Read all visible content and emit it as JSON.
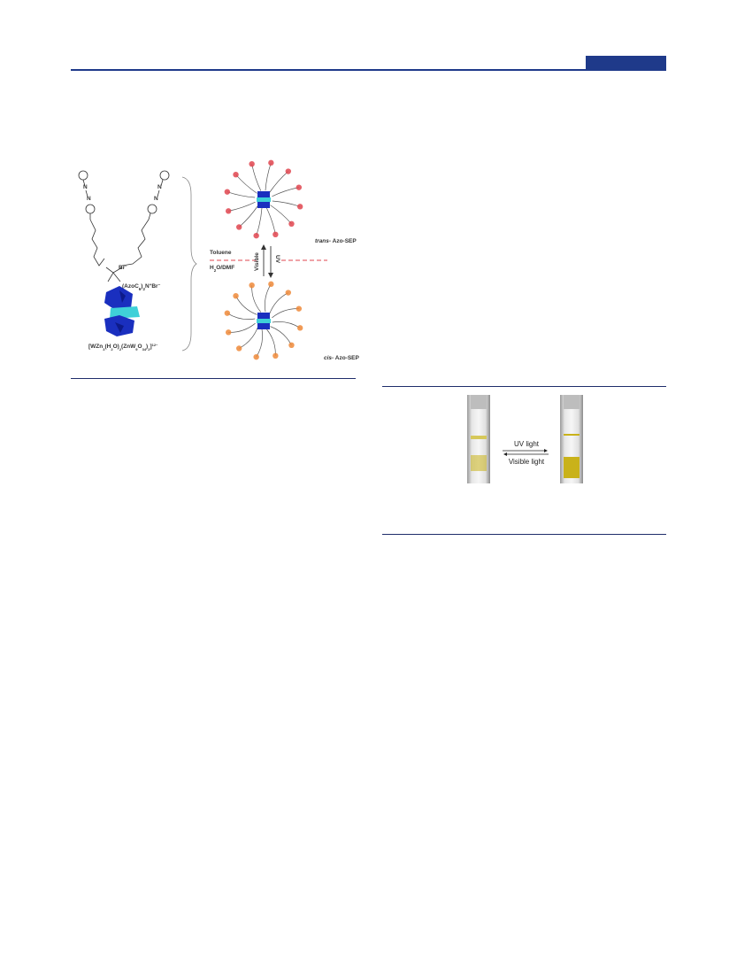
{
  "scheme": {
    "surfactant_label": "(AzoC",
    "surfactant_sub": "6",
    "surfactant_tail": ")",
    "surfactant_sub2": "2",
    "surfactant_end": "N",
    "surfactant_sup": "+",
    "surfactant_anion": "Br",
    "surfactant_anion_sup": "−",
    "br_label": "Br",
    "br_sup": "−",
    "pom_label": "[WZn",
    "pom_l2": "3",
    "pom_l3": "(H",
    "pom_l4": "2",
    "pom_l5": "O)",
    "pom_l6": "2",
    "pom_l7": "(ZnW",
    "pom_l8": "9",
    "pom_l9": "O",
    "pom_l10": "34",
    "pom_l11": ")",
    "pom_l12": "2",
    "pom_l13": "]",
    "pom_l14": "12−",
    "trans_prefix": "trans-",
    "trans_suffix": " Azo-SEP",
    "cis_prefix": "cis-",
    "cis_suffix": " Azo-SEP",
    "toluene": "Toluene",
    "h2o_a": "H",
    "h2o_b": "2",
    "h2o_c": "O/DMF",
    "visible": "Visible",
    "uv": "UV"
  },
  "cuvettes": {
    "uv_light": "UV light",
    "visible_light": "Visible  light"
  },
  "colors": {
    "accent": "#1f3a8a",
    "trans_red": "#e0454f",
    "cis_orange": "#ee8a3a",
    "pom_blue": "#1a2fbf",
    "pom_cyan": "#3fd0d8",
    "liquid_yellow": "#c9b21a"
  }
}
